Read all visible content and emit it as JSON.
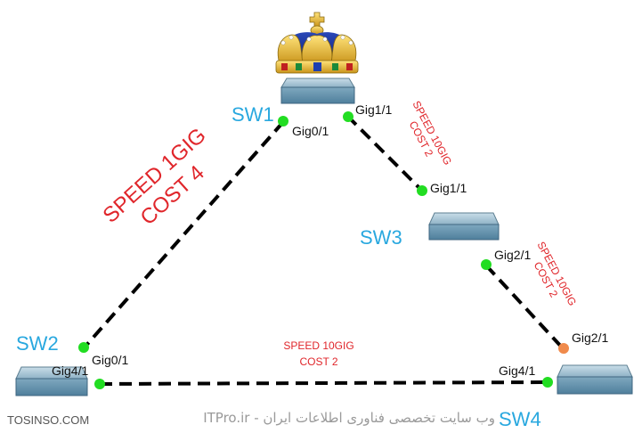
{
  "switches": {
    "sw1": "SW1",
    "sw2": "SW2",
    "sw3": "SW3",
    "sw4": "SW4"
  },
  "ports": {
    "sw1_gig01": "Gig0/1",
    "sw1_gig11": "Gig1/1",
    "sw3_gig11": "Gig1/1",
    "sw3_gig21": "Gig2/1",
    "sw4_gig21": "Gig2/1",
    "sw4_gig41": "Gig4/1",
    "sw2_gig01": "Gig0/1",
    "sw2_gig41": "Gig4/1"
  },
  "links": {
    "sw1_sw2": {
      "speed": "SPEED 1GIG",
      "cost": "COST 4"
    },
    "sw1_sw3": {
      "speed": "SPEED 10GIG",
      "cost": "COST 2"
    },
    "sw3_sw4": {
      "speed": "SPEED 10GIG",
      "cost": "COST 2"
    },
    "sw2_sw4": {
      "speed": "SPEED 10GIG",
      "cost": "COST 2"
    }
  },
  "port_status": {
    "forwarding_color": "#22dd22",
    "blocking_color": "#f08a4b"
  },
  "root_bridge_icon": "crown-icon",
  "footer": {
    "left": "TOSINSO.COM",
    "right": "ITPro.ir - وب سایت تخصصی فناوری اطلاعات ایران"
  }
}
